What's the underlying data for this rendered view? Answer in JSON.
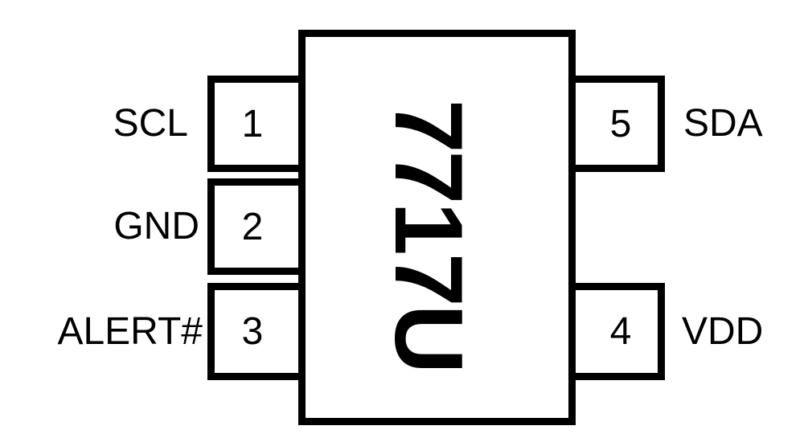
{
  "chip": {
    "marking": "7717U"
  },
  "pins": [
    {
      "number": "1",
      "name": "SCL"
    },
    {
      "number": "2",
      "name": "GND"
    },
    {
      "number": "3",
      "name": "ALERT#"
    },
    {
      "number": "4",
      "name": "VDD"
    },
    {
      "number": "5",
      "name": "SDA"
    }
  ]
}
